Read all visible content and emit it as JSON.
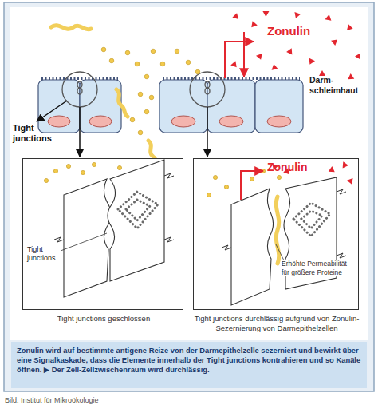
{
  "diagram": {
    "nodes": [
      {
        "text": [
          "Tight junctions",
          "Tight junctions geschlossen"
        ]
      },
      {
        "text": [
          "Zonulin",
          "Erhöhte Permeabilität für größere Proteine",
          "Tight junctions durchlässig aufgrund von Zonulin-Sezernierung von Darmepithelzellen"
        ]
      },
      {
        "text": [
          "Zonulin wird auf bestimmte antigene Reize von der Darmepithelzelle sezerniert und bewirkt über eine Signalkaskade, dass die Elemente innerhalb der Tight junctions kontrahieren und so Kanäle öffnen. ▶ Der Zell-Zellzwischenraum wird durchlässig."
        ]
      }
    ],
    "labels": [
      "Zonulin",
      "Darm- schleimhaut",
      "Tight junctions",
      "Bild: Institut für Mikroökologie"
    ]
  }
}
